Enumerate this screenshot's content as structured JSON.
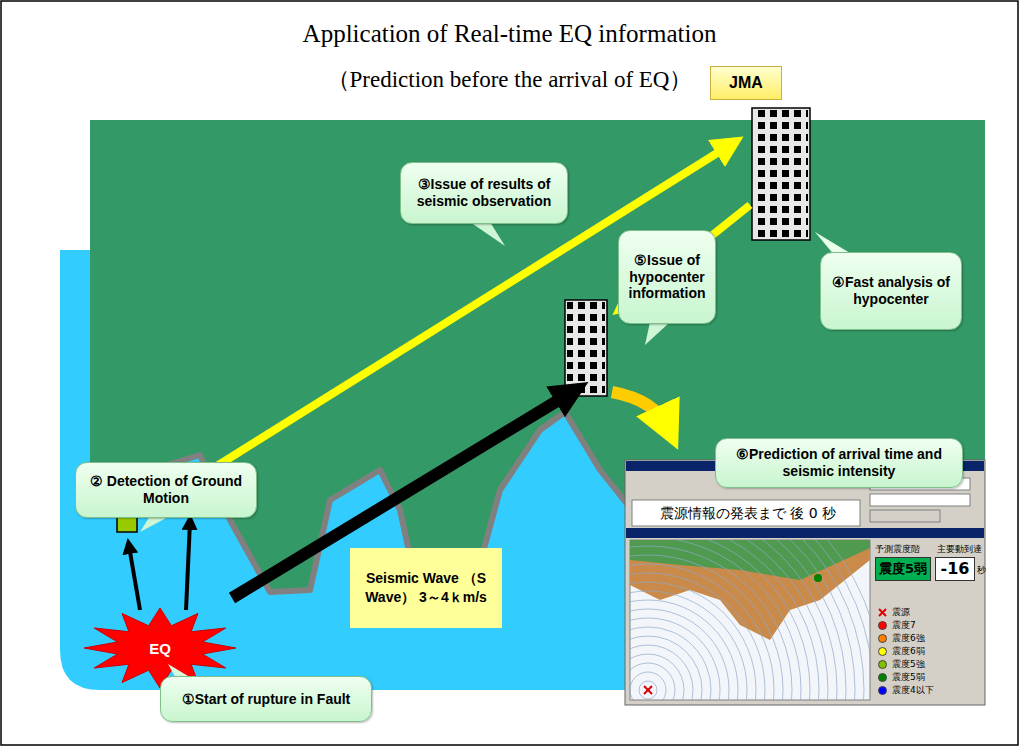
{
  "diagram": {
    "title": "Application of Real-time EQ information",
    "nodes": [
      {
        "text": [
          "JMA"
        ]
      },
      {
        "text": [
          "③Issue of results of seismic observation"
        ]
      },
      {
        "text": [
          "④Fast analysis of hypocenter"
        ]
      },
      {
        "text": [
          "⑤Issue of hypocenter information"
        ]
      },
      {
        "text": [
          "② Detection of Ground Motion"
        ]
      },
      {
        "text": [
          "⑥Prediction of arrival time and seismic intensity"
        ]
      },
      {
        "text": [
          "EQ"
        ]
      },
      {
        "text": [
          "①Start of rupture in Fault"
        ]
      },
      {
        "text": [
          "Seismic Wave （S Wave） 3～4ｋm/s"
        ]
      },
      {
        "text": [
          "震源情報の発表まで 後 0 秒",
          "予測震度階",
          "主要動到達",
          "震度5弱",
          "-16",
          "秒"
        ]
      }
    ],
    "labels": [
      "（Prediction before the arrival of EQ）"
    ],
    "legend": [
      {
        "text": "震源"
      },
      {
        "text": "震度7",
        "color": "#ff0000"
      },
      {
        "text": "震度6強",
        "color": "#ff8000"
      },
      {
        "text": "震度6弱",
        "color": "#ffff00"
      },
      {
        "text": "震度5強",
        "color": "#80c000"
      },
      {
        "text": "震度5弱",
        "color": "#008000"
      },
      {
        "text": "震度4以下",
        "color": "#0000ff"
      }
    ]
  }
}
